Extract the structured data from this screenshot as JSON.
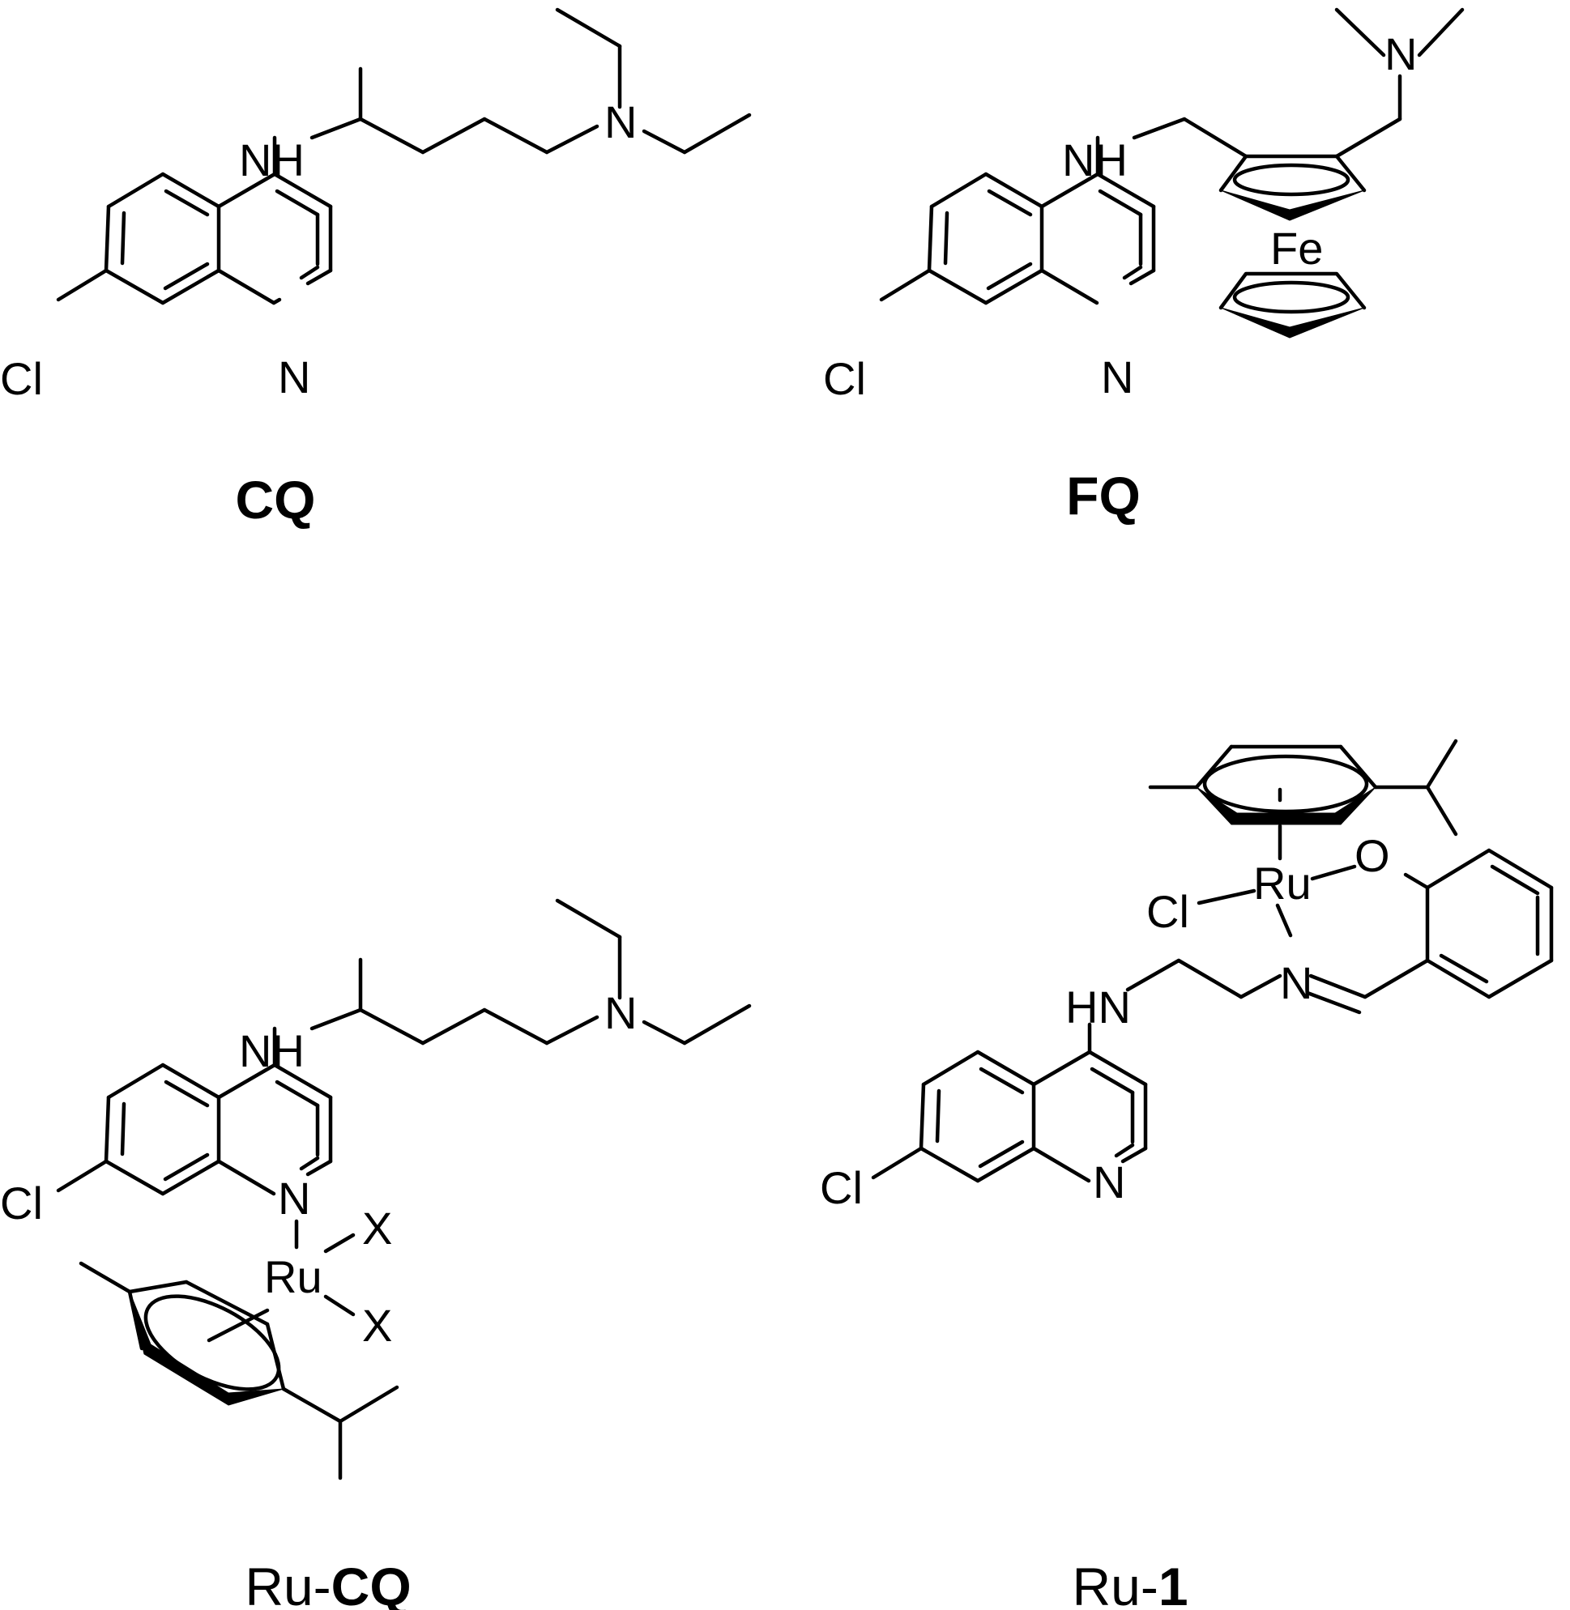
{
  "molecules": [
    {
      "id": "cq",
      "caption": {
        "prefix": "",
        "bold": "CQ"
      },
      "atoms": {
        "nh": "NH",
        "n_side": "N",
        "n_ring": "N",
        "cl": "Cl"
      }
    },
    {
      "id": "fq",
      "caption": {
        "prefix": "",
        "bold": "FQ"
      },
      "atoms": {
        "nh": "NH",
        "n_top": "N",
        "n_ring": "N",
        "cl": "Cl",
        "fe": "Fe"
      }
    },
    {
      "id": "ru-cq",
      "caption": {
        "prefix": "Ru-",
        "bold": "CQ"
      },
      "atoms": {
        "nh": "NH",
        "n_side": "N",
        "n_ring": "N",
        "cl": "Cl",
        "ru": "Ru",
        "x1": "X",
        "x2": "X"
      }
    },
    {
      "id": "ru-1",
      "caption": {
        "prefix": "Ru-",
        "bold": "1"
      },
      "atoms": {
        "hn": "HN",
        "n_imine": "N",
        "n_ring": "N",
        "cl_ring": "Cl",
        "cl_ru": "Cl",
        "ru": "Ru",
        "o": "O"
      }
    }
  ]
}
